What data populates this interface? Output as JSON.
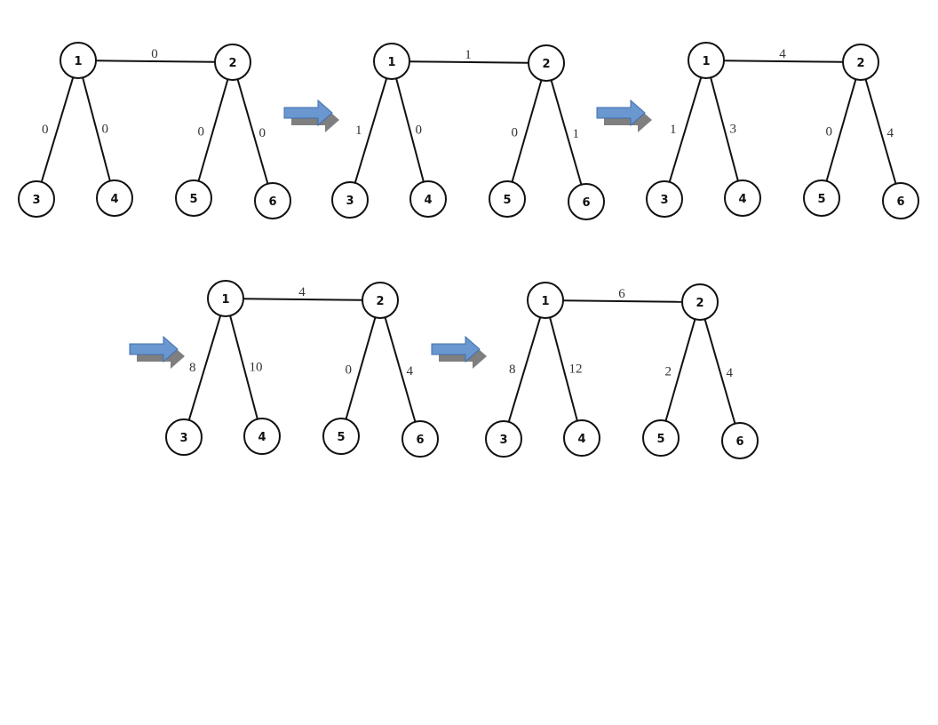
{
  "diagram": {
    "type": "tree-sequence",
    "description": "Five snapshots of a 6-node tree with edge weights changing step by step, connected by arrows",
    "nodes": [
      "1",
      "2",
      "3",
      "4",
      "5",
      "6"
    ],
    "edges": [
      {
        "id": "e12",
        "from": "1",
        "to": "2"
      },
      {
        "id": "e13",
        "from": "1",
        "to": "3"
      },
      {
        "id": "e14",
        "from": "1",
        "to": "4"
      },
      {
        "id": "e25",
        "from": "2",
        "to": "5"
      },
      {
        "id": "e26",
        "from": "2",
        "to": "6"
      }
    ],
    "panels": [
      {
        "step": 1,
        "weights": {
          "e12": "0",
          "e13": "0",
          "e14": "0",
          "e25": "0",
          "e26": "0"
        }
      },
      {
        "step": 2,
        "weights": {
          "e12": "1",
          "e13": "1",
          "e14": "0",
          "e25": "0",
          "e26": "1"
        }
      },
      {
        "step": 3,
        "weights": {
          "e12": "4",
          "e13": "1",
          "e14": "3",
          "e25": "0",
          "e26": "4"
        }
      },
      {
        "step": 4,
        "weights": {
          "e12": "4",
          "e13": "8",
          "e14": "10",
          "e25": "0",
          "e26": "4"
        }
      },
      {
        "step": 5,
        "weights": {
          "e12": "6",
          "e13": "8",
          "e14": "12",
          "e25": "2",
          "e26": "4"
        }
      }
    ],
    "arrows": [
      {
        "from_step": 1,
        "to_step": 2
      },
      {
        "from_step": 2,
        "to_step": 3
      },
      {
        "from_step": 3,
        "to_step": 4
      },
      {
        "from_step": 4,
        "to_step": 5
      }
    ],
    "colors": {
      "arrow_fill": "#6a97cf",
      "arrow_stroke": "#3f6fae",
      "arrow_shadow": "#7f7f7f",
      "line": "#111111",
      "weight_text": "#333333"
    }
  }
}
